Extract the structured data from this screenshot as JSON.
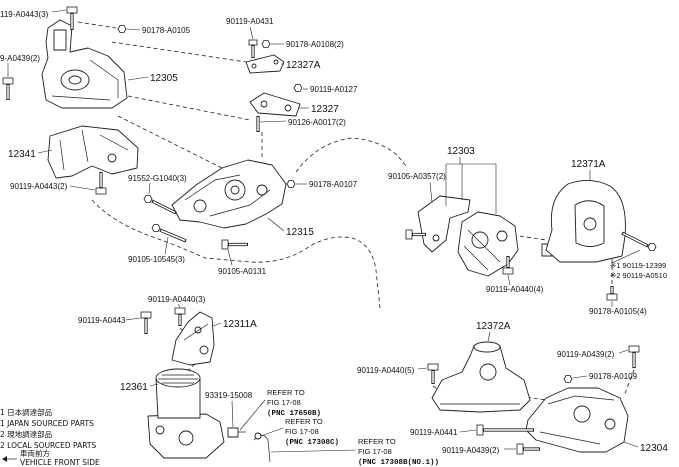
{
  "callouts": [
    "119-A0443(3)",
    "9-A0439(2)",
    "90178-A0105",
    "12305",
    "12341",
    "90119-A0443(2)",
    "91552-G1040(3)",
    "90105-10545(3)",
    "90119-A0431",
    "90178-A0108(2)",
    "12327A",
    "90119-A0127",
    "12327",
    "90126-A0017(2)",
    "90178-A0107",
    "12315",
    "90105-A0131",
    "12303",
    "90105-A0357(2)",
    "12371A",
    "90119-A0440(4)",
    "※1 90119-12399",
    "※2 90119-A0510",
    "90178-A0105(4)",
    "90119-A0440(3)",
    "90119-A0443",
    "12311A",
    "12372A",
    "90119-A0440(5)",
    "90119-A0439(2)",
    "90178-A0109",
    "12361",
    "93319-15008",
    "90119-A0441",
    "90119-A0439(2)",
    "12304"
  ],
  "refer_notes": [
    {
      "line1": "REFER TO",
      "line2": "FIG 17-08",
      "line3": "(PNC 17650B)"
    },
    {
      "line1": "REFER TO",
      "line2": "FIG 17-08",
      "line3": "(PNC 17308C)"
    },
    {
      "line1": "REFER TO",
      "line2": "FIG 17-08",
      "line3": "(PNC 17308B(NO.1))"
    }
  ],
  "legend": {
    "japan_ja": "1 日本調達部品",
    "japan_en": "1 JAPAN SOURCED PARTS",
    "local_ja": "2 現地調達部品",
    "local_en": "2 LOCAL SOURCED PARTS",
    "front_ja": "車両前方",
    "front_en": "VEHICLE FRONT SIDE"
  },
  "colors": {
    "line": "#1e1e1e",
    "background": "#ffffff"
  }
}
